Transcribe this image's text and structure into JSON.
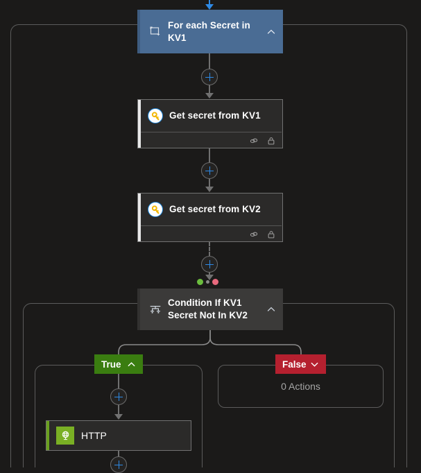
{
  "workflow": {
    "foreach": {
      "title": "For each Secret in KV1",
      "icon": "foreach-loop-icon",
      "chevron": "chevron-up-icon",
      "color": "#4a6c94"
    },
    "actions": [
      {
        "id": "get-secret-kv1",
        "title": "Get secret from KV1",
        "icon": "key-vault-icon",
        "footer_icons": [
          "link-icon",
          "lock-icon"
        ]
      },
      {
        "id": "get-secret-kv2",
        "title": "Get secret from KV2",
        "icon": "key-vault-icon",
        "footer_icons": [
          "link-icon",
          "lock-icon"
        ]
      }
    ],
    "status_dots": [
      "green",
      "gray",
      "red"
    ],
    "condition": {
      "title": "Condition If KV1 Secret Not In KV2",
      "icon": "condition-branch-icon",
      "chevron": "chevron-up-icon",
      "color": "#3b3a39",
      "branches": {
        "true": {
          "label": "True",
          "color": "#3a7d10",
          "chevron": "chevron-up-icon",
          "actions": [
            {
              "id": "http",
              "title": "HTTP",
              "icon": "http-globe-icon",
              "accent": "#6aa01e"
            }
          ]
        },
        "false": {
          "label": "False",
          "color": "#b5202f",
          "chevron": "chevron-down-icon",
          "empty_text": "0 Actions"
        }
      }
    },
    "add_buttons": [
      "add-step-1",
      "add-step-2",
      "add-step-3",
      "add-step-true-1",
      "add-step-true-2"
    ]
  }
}
